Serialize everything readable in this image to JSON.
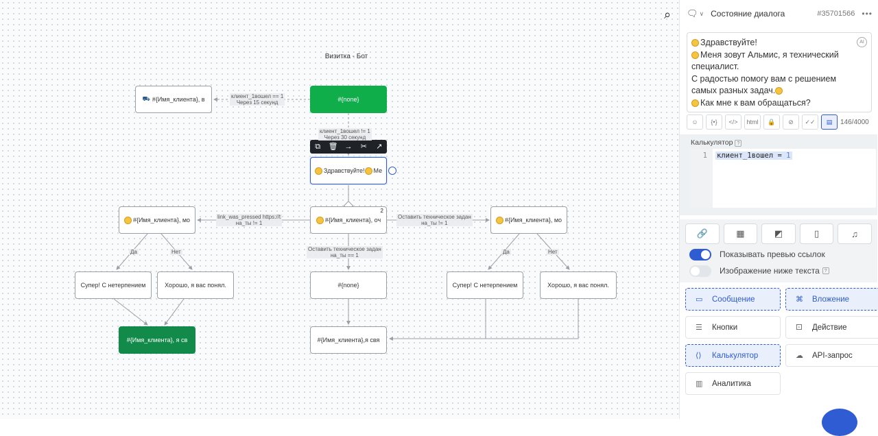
{
  "canvas": {
    "flow_title": "Визитка - Бот",
    "toolbar": {
      "copy": "⧉",
      "delete": "🗑",
      "move": "→",
      "cut": "✂",
      "share": "↗"
    },
    "nodes": {
      "n_left_top": "#{Имя_клиента}, в",
      "n_none_top": "#{none}",
      "n_greeting": "Здравствуйте! ",
      "n_greeting2": "Ме",
      "n_center": "#{Имя_клиента}, оч",
      "n_center_badge": "2",
      "n_left_mid": "#{Имя_клиента}, мо",
      "n_right_mid": "#{Имя_клиента}, мо",
      "n_super_left": "Супер! С нетерпением",
      "n_ok_left": "Хорошо, я вас понял.",
      "n_none_mid": "#{none}",
      "n_super_right": "Супер! С нетерпением",
      "n_ok_right": "Хорошо, я вас понял.",
      "n_green_bottom": "#{Имя_клиента}, я св",
      "n_bottom": "#{Имя_клиента},я свя"
    },
    "edges": {
      "e1_l1": "клиент_1вошел == 1",
      "e1_l2": "Через 15 секунд",
      "e2_l1": "клиент_1вошел != 1",
      "e2_l2": "Через 30 секунд",
      "e3_l1": "link_was_pressed https://t",
      "e3_l2": "на_ты != 1",
      "e4_l1": "Оставить техническое задан",
      "e4_l2": "на_ты != 1",
      "e5_l1": "Оставить техническое задан",
      "e5_l2": "на_ты == 1",
      "yes_left": "Да",
      "no_left": "Нет",
      "yes_right": "Да",
      "no_right": "Нет"
    }
  },
  "panel": {
    "header": {
      "title": "Состояние диалога",
      "id": "#35701566",
      "more": "•••"
    },
    "message": {
      "line1": "Здравствуйте!",
      "line2": "Меня зовут Альмис, я технический",
      "line3": "специалист.",
      "line4": "С радостью помогу вам с решением",
      "line5": "самых разных задач.",
      "line6": "Как мне к вам обращаться?",
      "ai_badge": "AI"
    },
    "tools": {
      "braces": "{•}",
      "code": "</>",
      "html": "html",
      "counter": "146/4000"
    },
    "calculator": {
      "label": "Калькулятор",
      "line_no": "1",
      "code_var": "клиент_1вошел",
      "code_op": "=",
      "code_val": "1"
    },
    "toggles": {
      "preview": "Показывать превью ссылок",
      "image_below": "Изображение ниже текста"
    },
    "blocks": {
      "message": "Сообщение",
      "attachment": "Вложение",
      "buttons": "Кнопки",
      "action": "Действие",
      "calculator": "Калькулятор",
      "api": "API-запрос",
      "analytics": "Аналитика"
    },
    "colors": {
      "accent": "#2f5bd3",
      "green": "#0fae4b",
      "dark_green": "#128a4a"
    }
  }
}
